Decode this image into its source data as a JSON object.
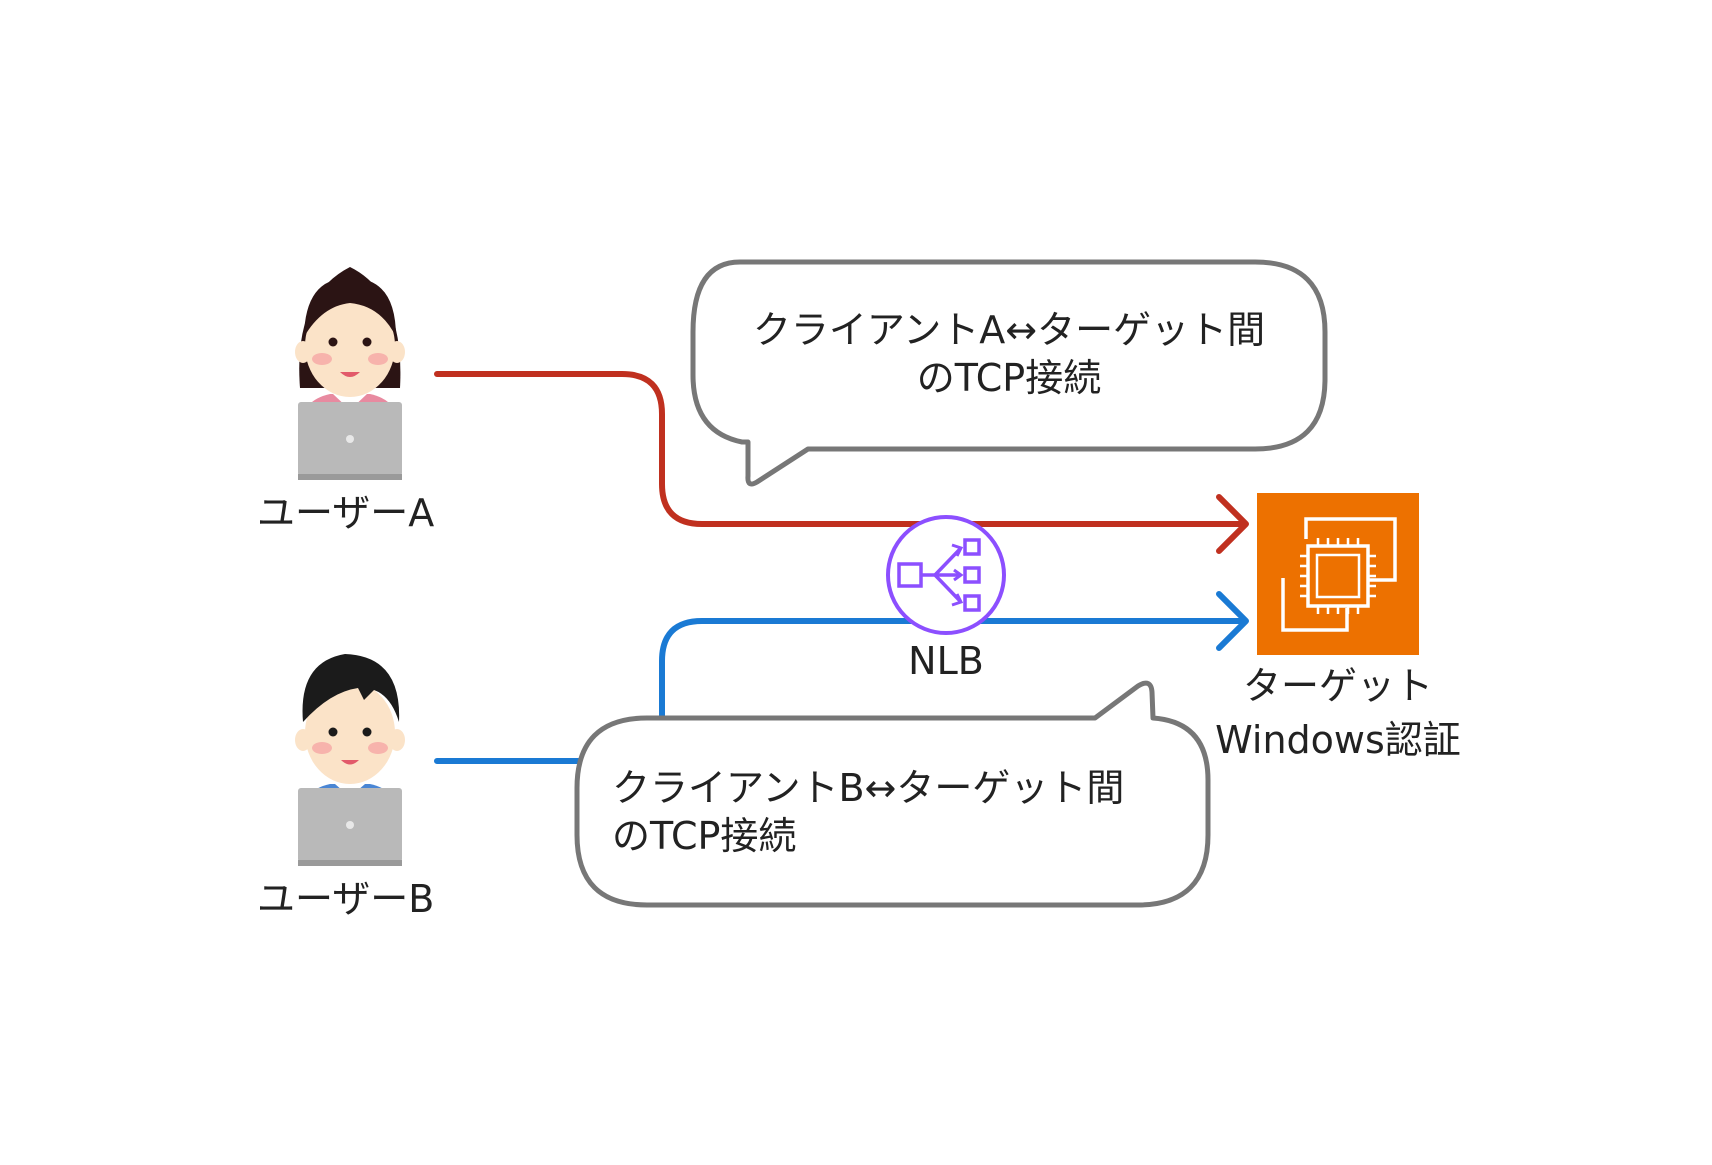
{
  "users": [
    {
      "label": "ユーザーA",
      "role": "user-a"
    },
    {
      "label": "ユーザーB",
      "role": "user-b"
    }
  ],
  "bubbles": {
    "a": {
      "line1": "クライアントA↔ターゲット間",
      "line2": "のTCP接続"
    },
    "b": {
      "line1": "クライアントB↔ターゲット間",
      "line2": "のTCP接続"
    }
  },
  "nlb": {
    "label": "NLB",
    "icon": "network-load-balancer-icon"
  },
  "target": {
    "line1": "ターゲット",
    "line2": "Windows認証",
    "icon": "ec2-instance-icon"
  },
  "colors": {
    "connection_a": "#c0301f",
    "connection_b": "#1a7ad4",
    "bubble_border": "#777777",
    "nlb": "#8c4fff",
    "target_bg": "#ed7100"
  }
}
